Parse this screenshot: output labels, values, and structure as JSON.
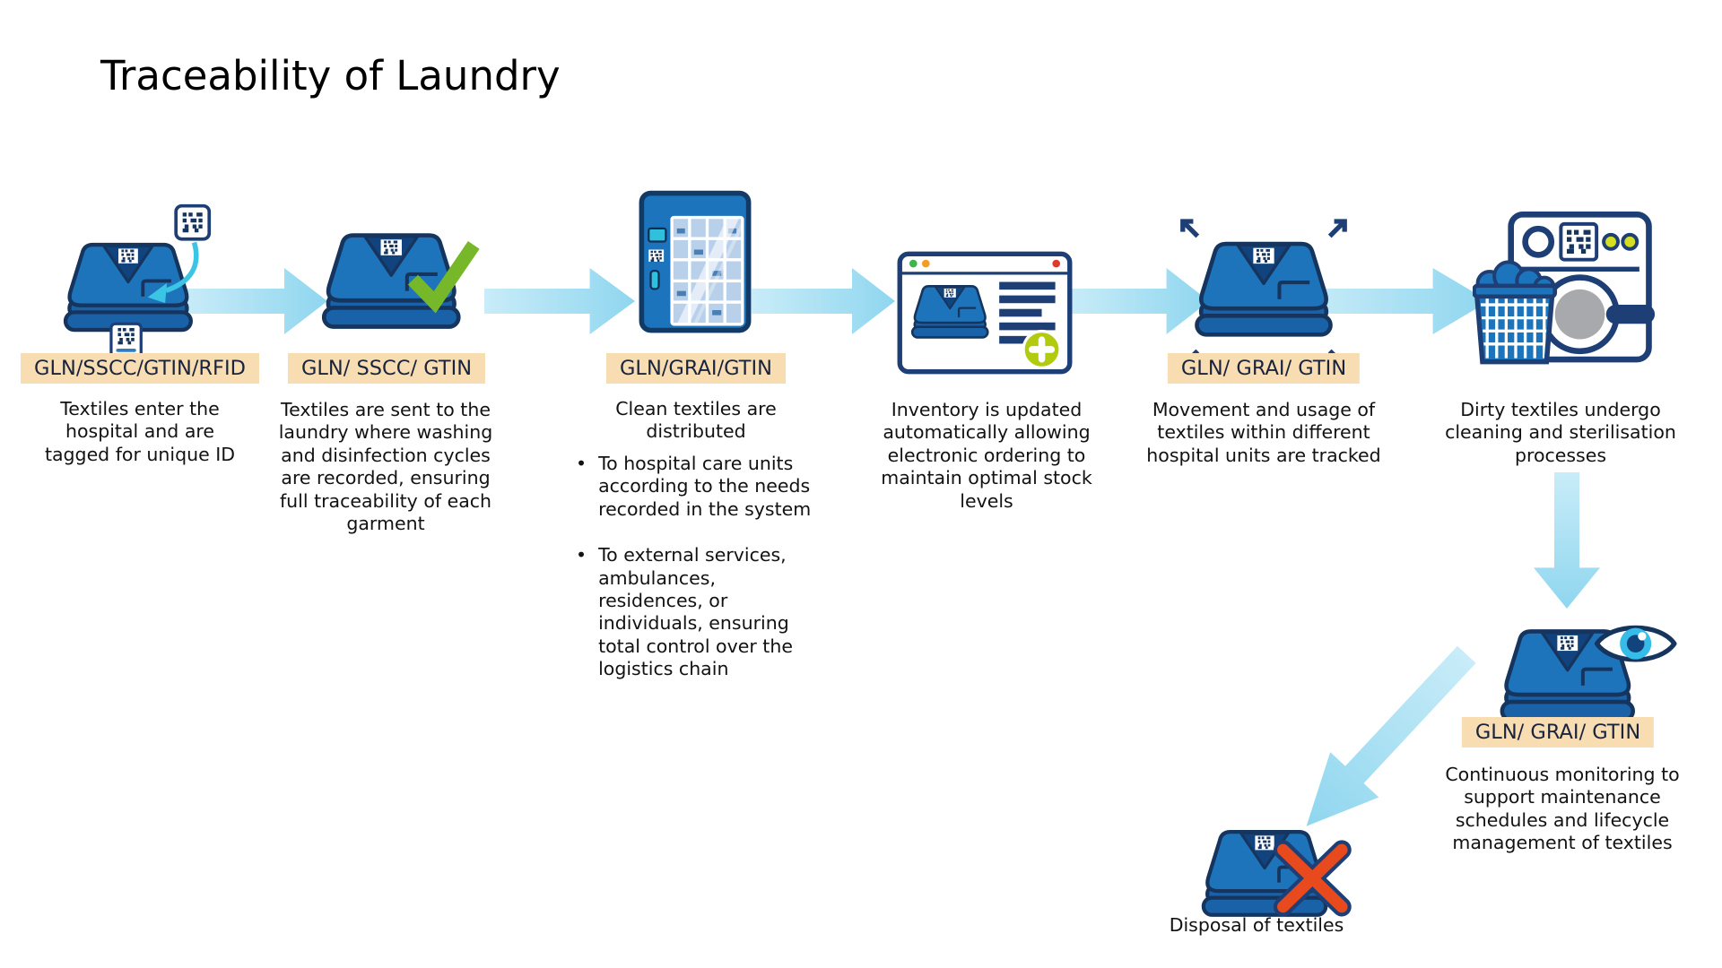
{
  "page": {
    "title": "Traceability of Laundry"
  },
  "bullet_marker": "•",
  "colors": {
    "badge_bg": "#f8ddb3",
    "arrow_light_blue": "#9edcf2",
    "textile_blue": "#1e74bb",
    "outline_navy": "#16355e",
    "check_green": "#76b82a",
    "add_button_green": "#b2ca10",
    "error_red": "#e8491d",
    "cyan_accent": "#3bc5e5"
  },
  "steps": [
    {
      "icon": "tagged-textile-icon",
      "badge": "GLN/SSCC/GTIN/RFID",
      "description": "Textiles enter the hospital and are tagged for unique ID"
    },
    {
      "icon": "approved-textile-icon",
      "badge": "GLN/ SSCC/ GTIN",
      "description": "Textiles are sent to the laundry where washing and disinfection cycles are recorded, ensuring full traceability of each garment"
    },
    {
      "icon": "distribution-cabinet-icon",
      "badge": "GLN/GRAI/GTIN",
      "description": "Clean textiles are distributed",
      "bullets": [
        "To hospital care units according to the needs recorded in the system",
        "To external services, ambulances, residences, or individuals, ensuring total control over the logistics chain"
      ]
    },
    {
      "icon": "inventory-software-icon",
      "description": "Inventory is updated automatically allowing electronic ordering to maintain optimal stock levels"
    },
    {
      "icon": "movement-tracking-textile-icon",
      "badge": "GLN/ GRAI/ GTIN",
      "description": "Movement and usage of textiles within different hospital units are tracked"
    },
    {
      "icon": "washing-machine-icon",
      "description": "Dirty textiles undergo cleaning and sterilisation processes"
    }
  ],
  "monitoring": {
    "icon": "monitored-textile-icon",
    "badge": "GLN/ GRAI/ GTIN",
    "description": "Continuous monitoring to support maintenance schedules and lifecycle management of textiles"
  },
  "disposal": {
    "icon": "disposed-textile-icon",
    "label": "Disposal of textiles"
  }
}
